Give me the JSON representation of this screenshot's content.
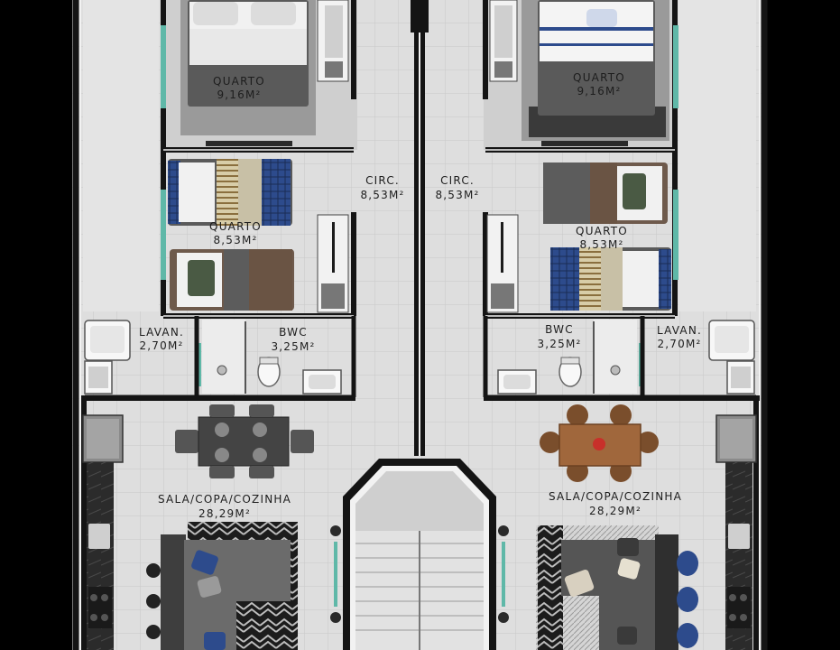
{
  "floor_plan": {
    "rooms": [
      {
        "id": "quarto-top-left",
        "name": "QUARTO",
        "area": "9,16M²"
      },
      {
        "id": "quarto-top-right",
        "name": "QUARTO",
        "area": "9,16M²"
      },
      {
        "id": "quarto-mid-left",
        "name": "QUARTO",
        "area": "8,53M²"
      },
      {
        "id": "quarto-mid-right",
        "name": "QUARTO",
        "area": "8,53M²"
      },
      {
        "id": "circ-left",
        "name": "CIRC.",
        "area": "8,53M²"
      },
      {
        "id": "circ-right",
        "name": "CIRC.",
        "area": "8,53M²"
      },
      {
        "id": "lavan-left",
        "name": "LAVAN.",
        "area": "2,70M²"
      },
      {
        "id": "lavan-right",
        "name": "LAVAN.",
        "area": "2,70M²"
      },
      {
        "id": "bwc-left",
        "name": "BWC",
        "area": "3,25M²"
      },
      {
        "id": "bwc-right",
        "name": "BWC",
        "area": "3,25M²"
      },
      {
        "id": "sala-left",
        "name": "SALA/COPA/COZINHA",
        "area": "28,29M²"
      },
      {
        "id": "sala-right",
        "name": "SALA/COPA/COZINHA",
        "area": "28,29M²"
      }
    ],
    "colors": {
      "background": "#000000",
      "floor": "#dcdcdc",
      "wall": "#141414",
      "window_glass": "#5fb8a8",
      "sofa": "#6b6b6b",
      "bedding_blue": "#2d4b8c",
      "table_wood": "#a0673c",
      "counter_dark": "#2a2a2a"
    }
  }
}
